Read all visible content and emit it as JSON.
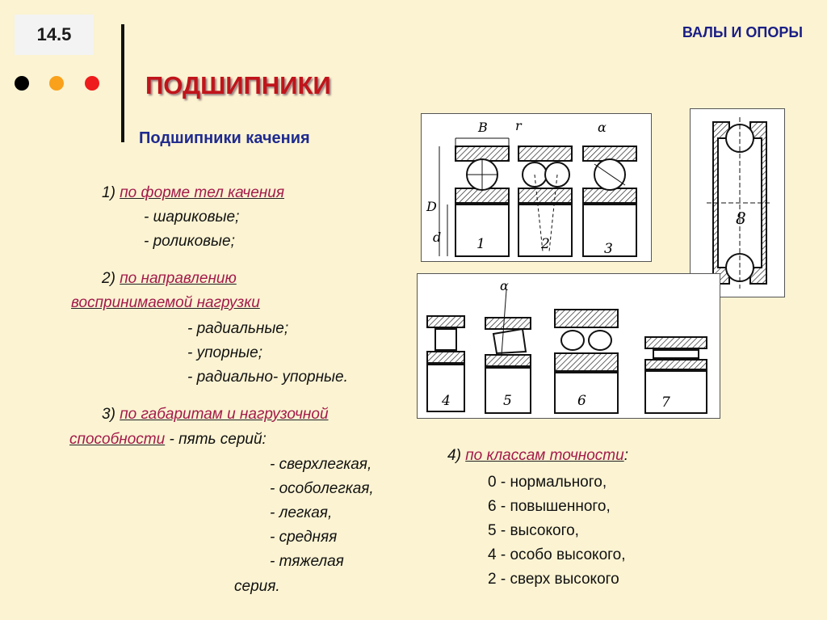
{
  "header": {
    "slide_number": "14.5",
    "section": "ВАЛЫ И ОПОРЫ",
    "title": "ПОДШИПНИКИ",
    "subtitle": "Подшипники качения",
    "dots": [
      "#000000",
      "#f9a11b",
      "#ee1c1c"
    ]
  },
  "classification": {
    "c1": {
      "num": "1)",
      "heading": "по форме тел качения",
      "items": [
        "- шариковые;",
        "- роликовые;"
      ]
    },
    "c2": {
      "num": "2)",
      "heading_l1": "по направлению",
      "heading_l2": "воспринимаемой нагрузки",
      "items": [
        "- радиальные;",
        "- упорные;",
        "- радиально- упорные."
      ]
    },
    "c3": {
      "num": "3)",
      "heading_l1": "по габаритам и нагрузочной",
      "heading_l2": "способности",
      "suffix": " - пять серий:",
      "items": [
        "- сверхлегкая,",
        "- особолегкая,",
        "- легкая,",
        "- средняя",
        "- тяжелая"
      ],
      "tail": "серия."
    },
    "c4": {
      "num": "4)",
      "heading": "по классам точности",
      "colon": ":",
      "items": [
        "0 - нормального,",
        "6 - повышенного,",
        "5 -  высокого,",
        "4 - особо высокого,",
        "2 - сверх высокого"
      ]
    }
  },
  "figures": {
    "top_labels": {
      "B": "B",
      "r": "r",
      "alpha": "α",
      "D": "D",
      "d": "d",
      "n1": "1",
      "n2": "2",
      "n3": "3"
    },
    "thrust_label": "8",
    "bottom_labels": {
      "alpha": "α",
      "n4": "4",
      "n5": "5",
      "n6": "6",
      "n7": "7"
    }
  }
}
